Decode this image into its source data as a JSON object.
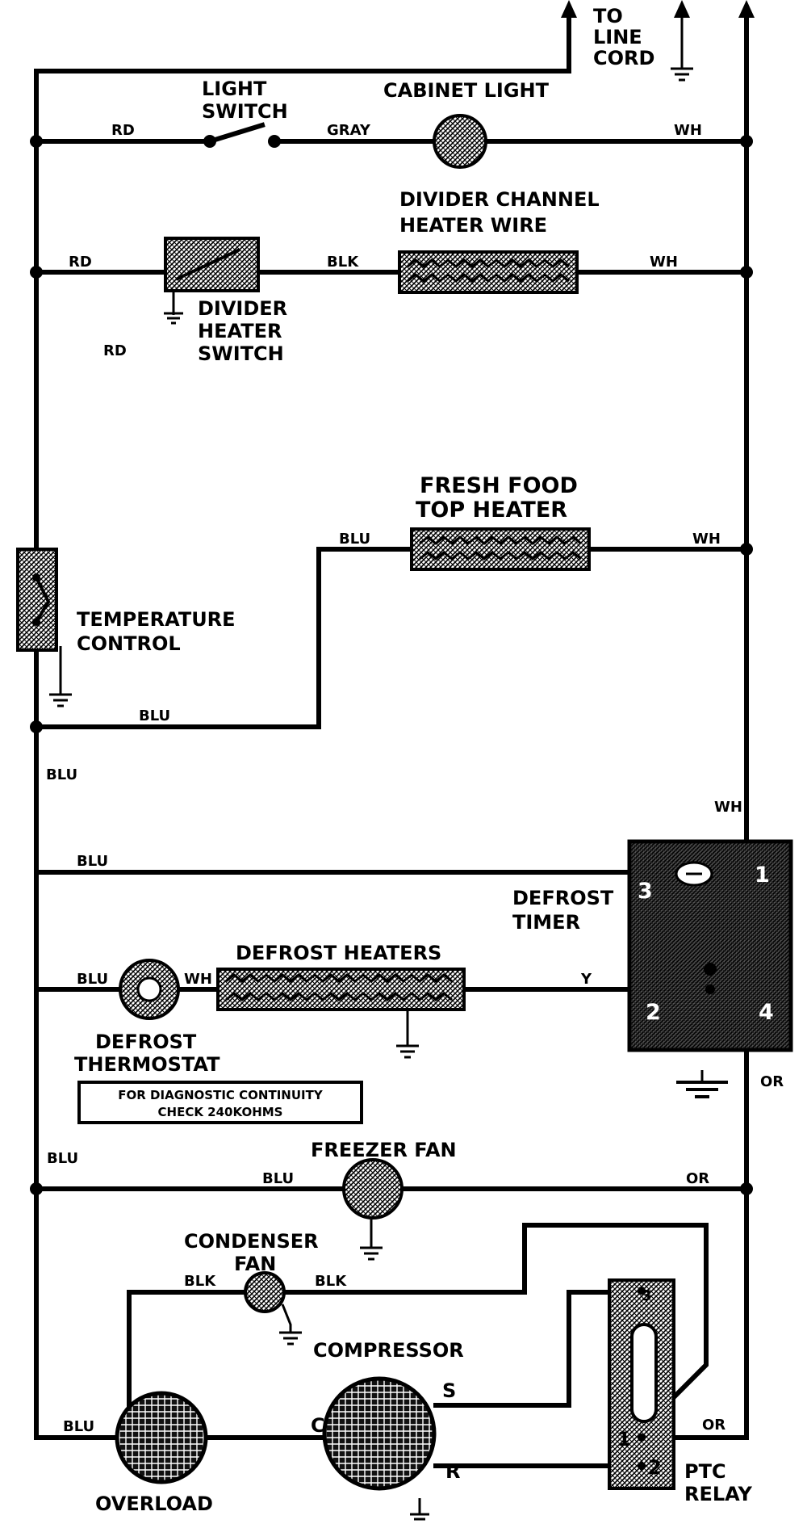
{
  "labels": {
    "to_line_cord": [
      "TO",
      "LINE",
      "CORD"
    ],
    "light_switch": [
      "LIGHT",
      "SWITCH"
    ],
    "cabinet_light": "CABINET LIGHT",
    "divider_channel_heater_wire": [
      "DIVIDER CHANNEL",
      "HEATER WIRE"
    ],
    "divider_heater_switch": [
      "DIVIDER",
      "HEATER",
      "SWITCH"
    ],
    "fresh_food_top_heater": [
      "FRESH FOOD",
      "TOP HEATER"
    ],
    "temperature_control": [
      "TEMPERATURE",
      "CONTROL"
    ],
    "defrost_timer": [
      "DEFROST",
      "TIMER"
    ],
    "defrost_heaters": "DEFROST HEATERS",
    "defrost_thermostat": [
      "DEFROST",
      "THERMOSTAT"
    ],
    "diagnostic_note": [
      "FOR DIAGNOSTIC CONTINUITY",
      "CHECK 240KOHMS"
    ],
    "freezer_fan": "FREEZER FAN",
    "condenser_fan": [
      "CONDENSER",
      "FAN"
    ],
    "compressor": "COMPRESSOR",
    "overload": "OVERLOAD",
    "ptc_relay": [
      "PTC",
      "RELAY"
    ]
  },
  "wire_colors": {
    "rd": "RD",
    "gray": "GRAY",
    "wh": "WH",
    "blk": "BLK",
    "blu": "BLU",
    "y": "Y",
    "or": "OR"
  },
  "terminals": {
    "timer": [
      "1",
      "2",
      "3",
      "4"
    ],
    "compressor": [
      "S",
      "C",
      "R"
    ],
    "relay": [
      "3",
      "1",
      "2"
    ]
  }
}
